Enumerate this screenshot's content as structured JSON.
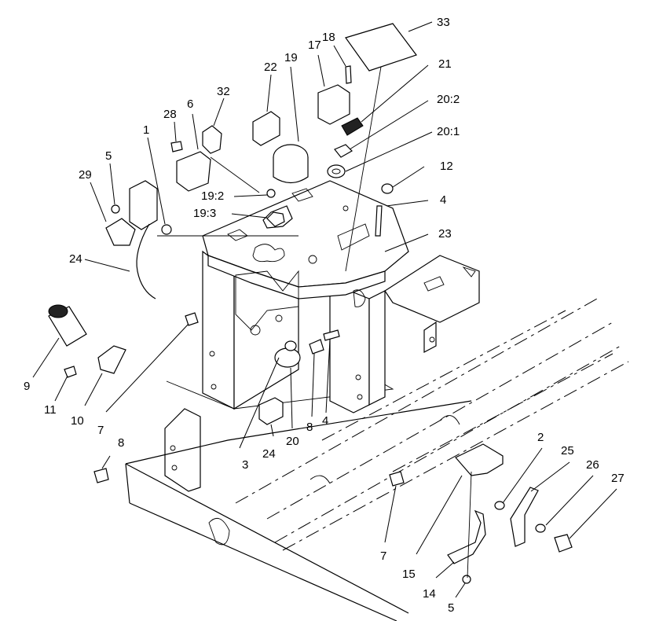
{
  "diagram": {
    "labels": {
      "l1": "1",
      "l2": "2",
      "l3": "3",
      "l4a": "4",
      "l4b": "4",
      "l5a": "5",
      "l5b": "5",
      "l6": "6",
      "l7a": "7",
      "l7b": "7",
      "l8a": "8",
      "l8b": "8",
      "l9": "9",
      "l10": "10",
      "l11": "11",
      "l12": "12",
      "l14": "14",
      "l15": "15",
      "l17": "17",
      "l18": "18",
      "l19": "19",
      "l19_2": "19:2",
      "l19_3": "19:3",
      "l20": "20",
      "l20_1": "20:1",
      "l20_2": "20:2",
      "l21": "21",
      "l22": "22",
      "l23": "23",
      "l24a": "24",
      "l24b": "24",
      "l25": "25",
      "l26": "26",
      "l27": "27",
      "l28": "28",
      "l29": "29",
      "l32": "32",
      "l33": "33"
    }
  }
}
